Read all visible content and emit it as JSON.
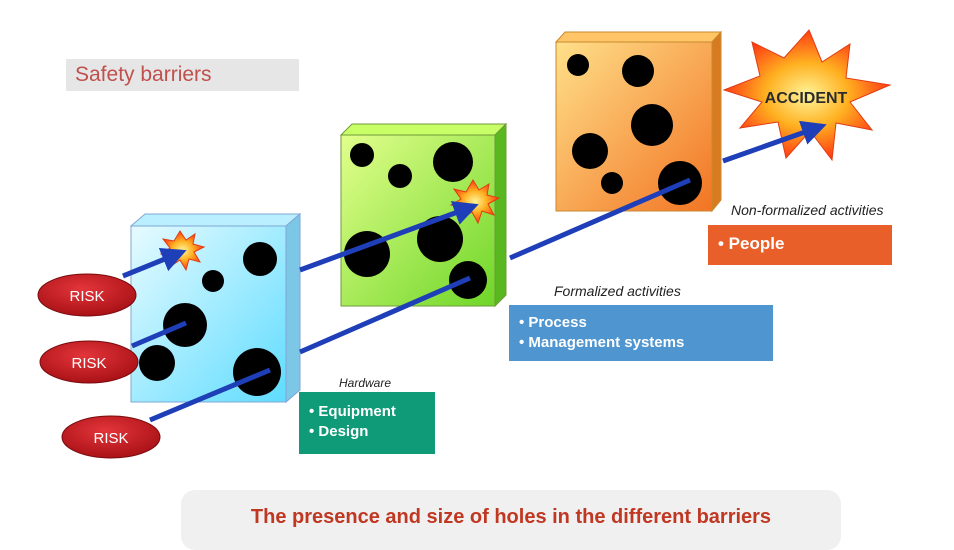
{
  "title": "Safety barriers",
  "risk_labels": [
    "RISK",
    "RISK",
    "RISK"
  ],
  "accident_label": "ACCIDENT",
  "barriers": [
    {
      "caption": "Hardware",
      "items": [
        "• Equipment",
        "• Design"
      ],
      "colors": {
        "face_light": "#d6f7ff",
        "face_dark": "#66e0ff",
        "box": "#0f9a78"
      }
    },
    {
      "caption": "Formalized activities",
      "items": [
        "• Process",
        "• Management systems"
      ],
      "colors": {
        "face_light": "#d9ff7a",
        "face_dark": "#7fe22d",
        "box": "#4f95d0"
      }
    },
    {
      "caption": "Non-formalized activities",
      "items": [
        "• People"
      ],
      "colors": {
        "face_light": "#ffd17a",
        "face_dark": "#f3822b",
        "box": "#e85f2a"
      }
    }
  ],
  "footer": "The presence and size of holes in the different barriers",
  "colors": {
    "risk": "#c0181a",
    "arrow": "#1e3fb8",
    "title_text": "#c0504d",
    "footer_text": "#c03822",
    "accident": "#ff2a10"
  }
}
